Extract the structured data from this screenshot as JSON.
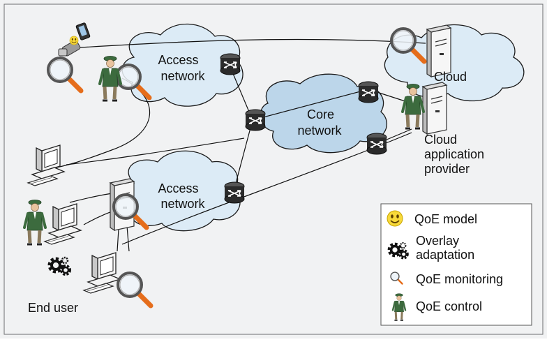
{
  "diagram": {
    "clouds": {
      "access_top": [
        "Access",
        "network"
      ],
      "access_bottom": [
        "Access",
        "network"
      ],
      "core": [
        "Core",
        "network"
      ],
      "cloud": [
        "Cloud"
      ]
    },
    "cloud_application_provider": [
      "Cloud",
      "application",
      "provider"
    ],
    "end_user": "End user"
  },
  "legend": {
    "items": [
      {
        "icon": "smiley-icon",
        "label": "QoE model"
      },
      {
        "icon": "gears-icon",
        "label_lines": [
          "Overlay",
          "adaptation"
        ]
      },
      {
        "icon": "magnifier-icon",
        "label": "QoE monitoring"
      },
      {
        "icon": "qoe-control-person-icon",
        "label": "QoE control"
      }
    ]
  },
  "colors": {
    "background": "#f1f2f3",
    "cloud_fill": "#dcebf6",
    "core_fill": "#bcd6ea",
    "cloud_stroke": "#1a1a1a",
    "magnifier_handle": "#e56d1b",
    "person_green": "#3c6b3e"
  }
}
